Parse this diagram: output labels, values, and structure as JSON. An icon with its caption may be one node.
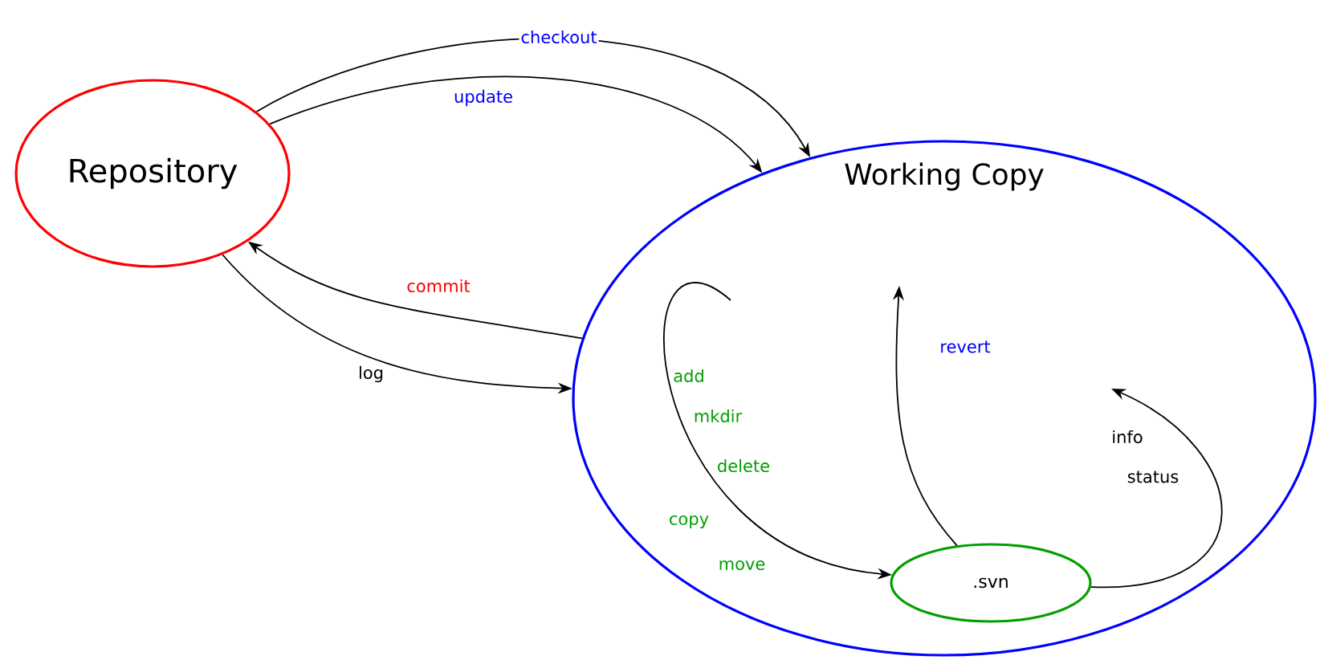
{
  "diagram": {
    "nodes": [
      {
        "text": [
          "Repository"
        ]
      },
      {
        "text": [
          "Working Copy"
        ]
      },
      {
        "text": [
          ".svn"
        ],
        "in": 1
      }
    ],
    "edges": [
      {
        "from": 0,
        "to": 1,
        "arrow": "to",
        "label": "checkout"
      },
      {
        "from": 0,
        "to": 1,
        "arrow": "to",
        "label": "update"
      },
      {
        "from": 1,
        "to": 0,
        "arrow": "to",
        "label": "commit"
      },
      {
        "from": 0,
        "to": 1,
        "arrow": "to",
        "label": "log"
      },
      {
        "from": null,
        "to": 2,
        "arrow": "to"
      },
      {
        "from": 2,
        "to": null,
        "arrow": "to",
        "label": "revert"
      },
      {
        "from": 2,
        "to": null,
        "arrow": "to"
      }
    ],
    "labels": [
      "add",
      "mkdir",
      "delete",
      "copy",
      "move",
      "info",
      "status"
    ]
  }
}
